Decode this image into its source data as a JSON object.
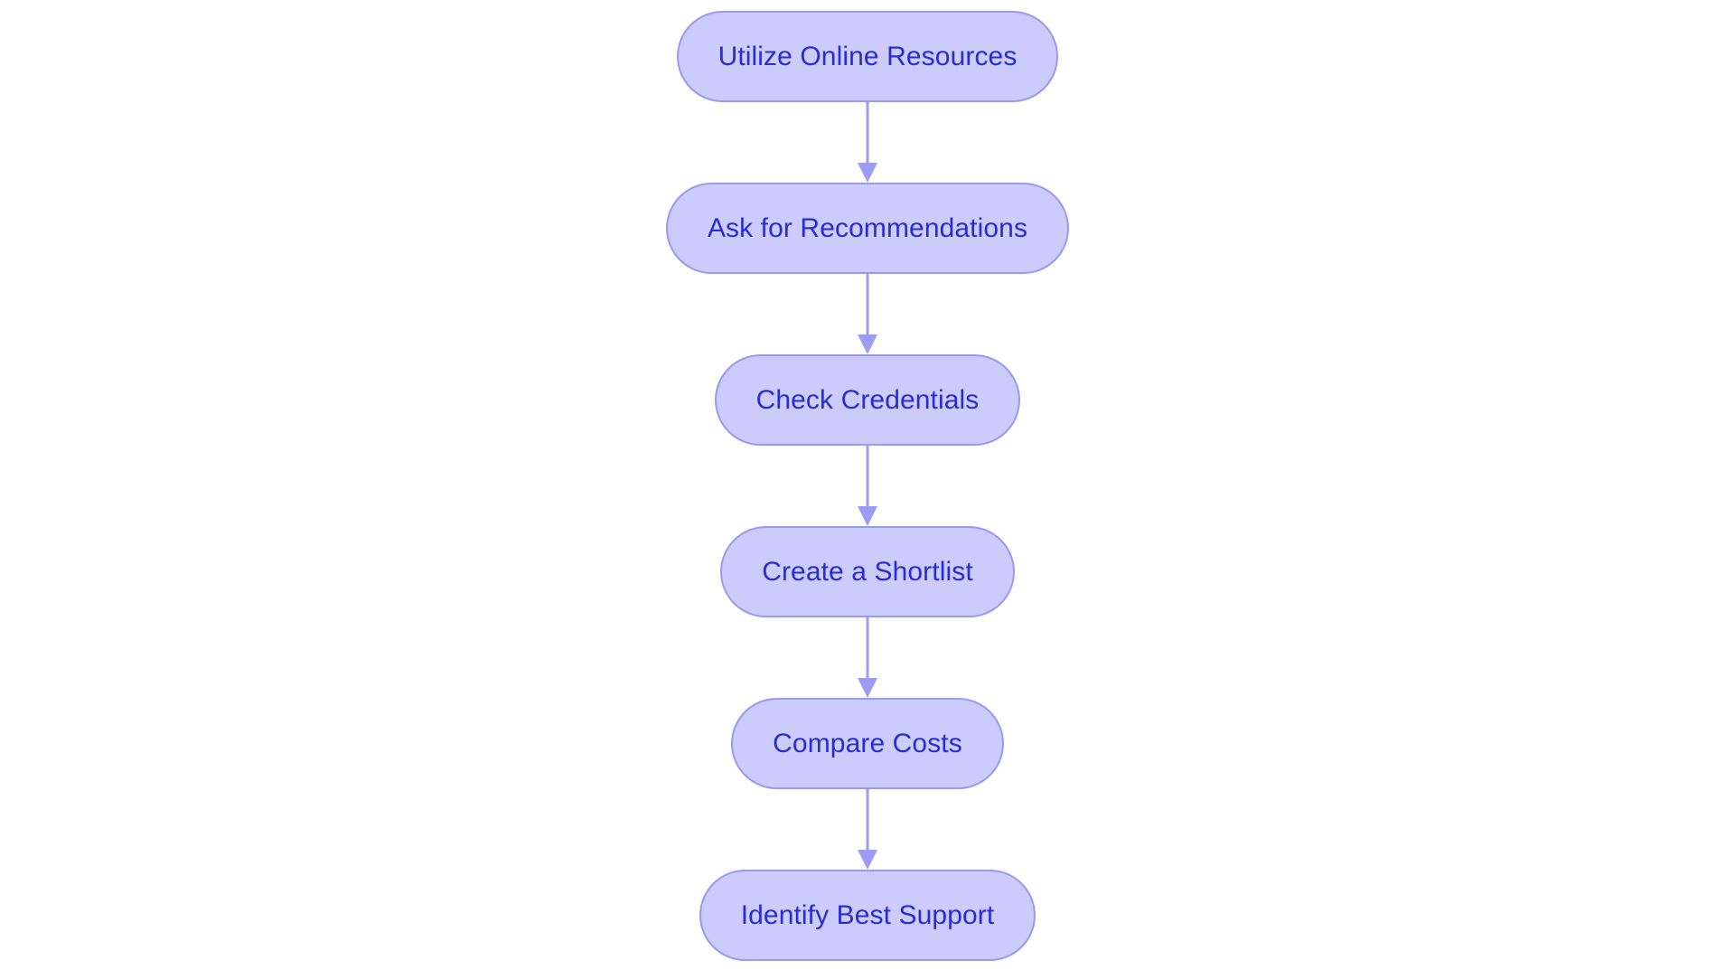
{
  "chart_data": {
    "type": "diagram",
    "diagram_type": "flowchart",
    "orientation": "vertical-top-to-bottom",
    "title": "",
    "background_color": "#ffffff",
    "node_style": {
      "shape": "pill",
      "fill_color": "#ccccfc",
      "border_color": "#9999f0",
      "text_color": "#2a2ad8"
    },
    "connector_style": {
      "color": "#9c9cf2",
      "arrowhead": "filled-triangle-down"
    },
    "nodes": [
      {
        "id": "n1",
        "label": "Utilize Online Resources",
        "step": 1
      },
      {
        "id": "n2",
        "label": "Ask for Recommendations",
        "step": 2
      },
      {
        "id": "n3",
        "label": "Check Credentials",
        "step": 3
      },
      {
        "id": "n4",
        "label": "Create a Shortlist",
        "step": 4
      },
      {
        "id": "n5",
        "label": "Compare Costs",
        "step": 5
      },
      {
        "id": "n6",
        "label": "Identify Best Support",
        "step": 6
      }
    ],
    "edges": [
      {
        "from": "n1",
        "to": "n2",
        "label": ""
      },
      {
        "from": "n2",
        "to": "n3",
        "label": ""
      },
      {
        "from": "n3",
        "to": "n4",
        "label": ""
      },
      {
        "from": "n4",
        "to": "n5",
        "label": ""
      },
      {
        "from": "n5",
        "to": "n6",
        "label": ""
      }
    ]
  },
  "flow": {
    "nodes": [
      {
        "label": "Utilize Online Resources"
      },
      {
        "label": "Ask for Recommendations"
      },
      {
        "label": "Check Credentials"
      },
      {
        "label": "Create a Shortlist"
      },
      {
        "label": "Compare Costs"
      },
      {
        "label": "Identify Best Support"
      }
    ]
  }
}
